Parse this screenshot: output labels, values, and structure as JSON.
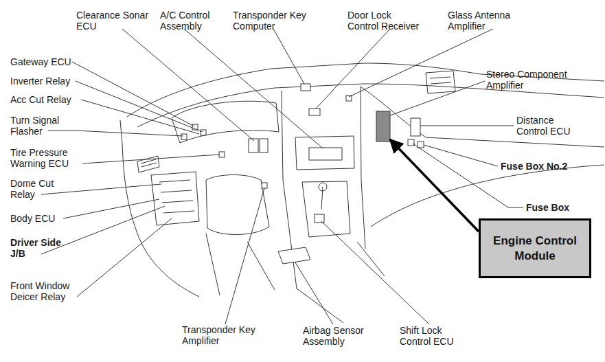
{
  "diagram": {
    "nodes": [
      {
        "text": [
          "Engine Control Module"
        ]
      }
    ],
    "labels": [
      "Clearance Sonar ECU",
      "A/C Control Assembly",
      "Transponder Key Computer",
      "Door Lock Control Receiver",
      "Glass Antenna Amplifier",
      "Gateway ECU",
      "Inverter Relay",
      "Acc Cut Relay",
      "Turn Signal Flasher",
      "Tire Pressure Warning ECU",
      "Dome Cut Relay",
      "Body ECU",
      "Driver Side J/B",
      "Front Window Deicer Relay",
      "Stereo Component Amplifier",
      "Distance Control ECU",
      "Fuse Box No.2",
      "Fuse Box",
      "Transponder Key Amplifier",
      "Airbag Sensor Assembly",
      "Shift Lock Control ECU"
    ]
  }
}
